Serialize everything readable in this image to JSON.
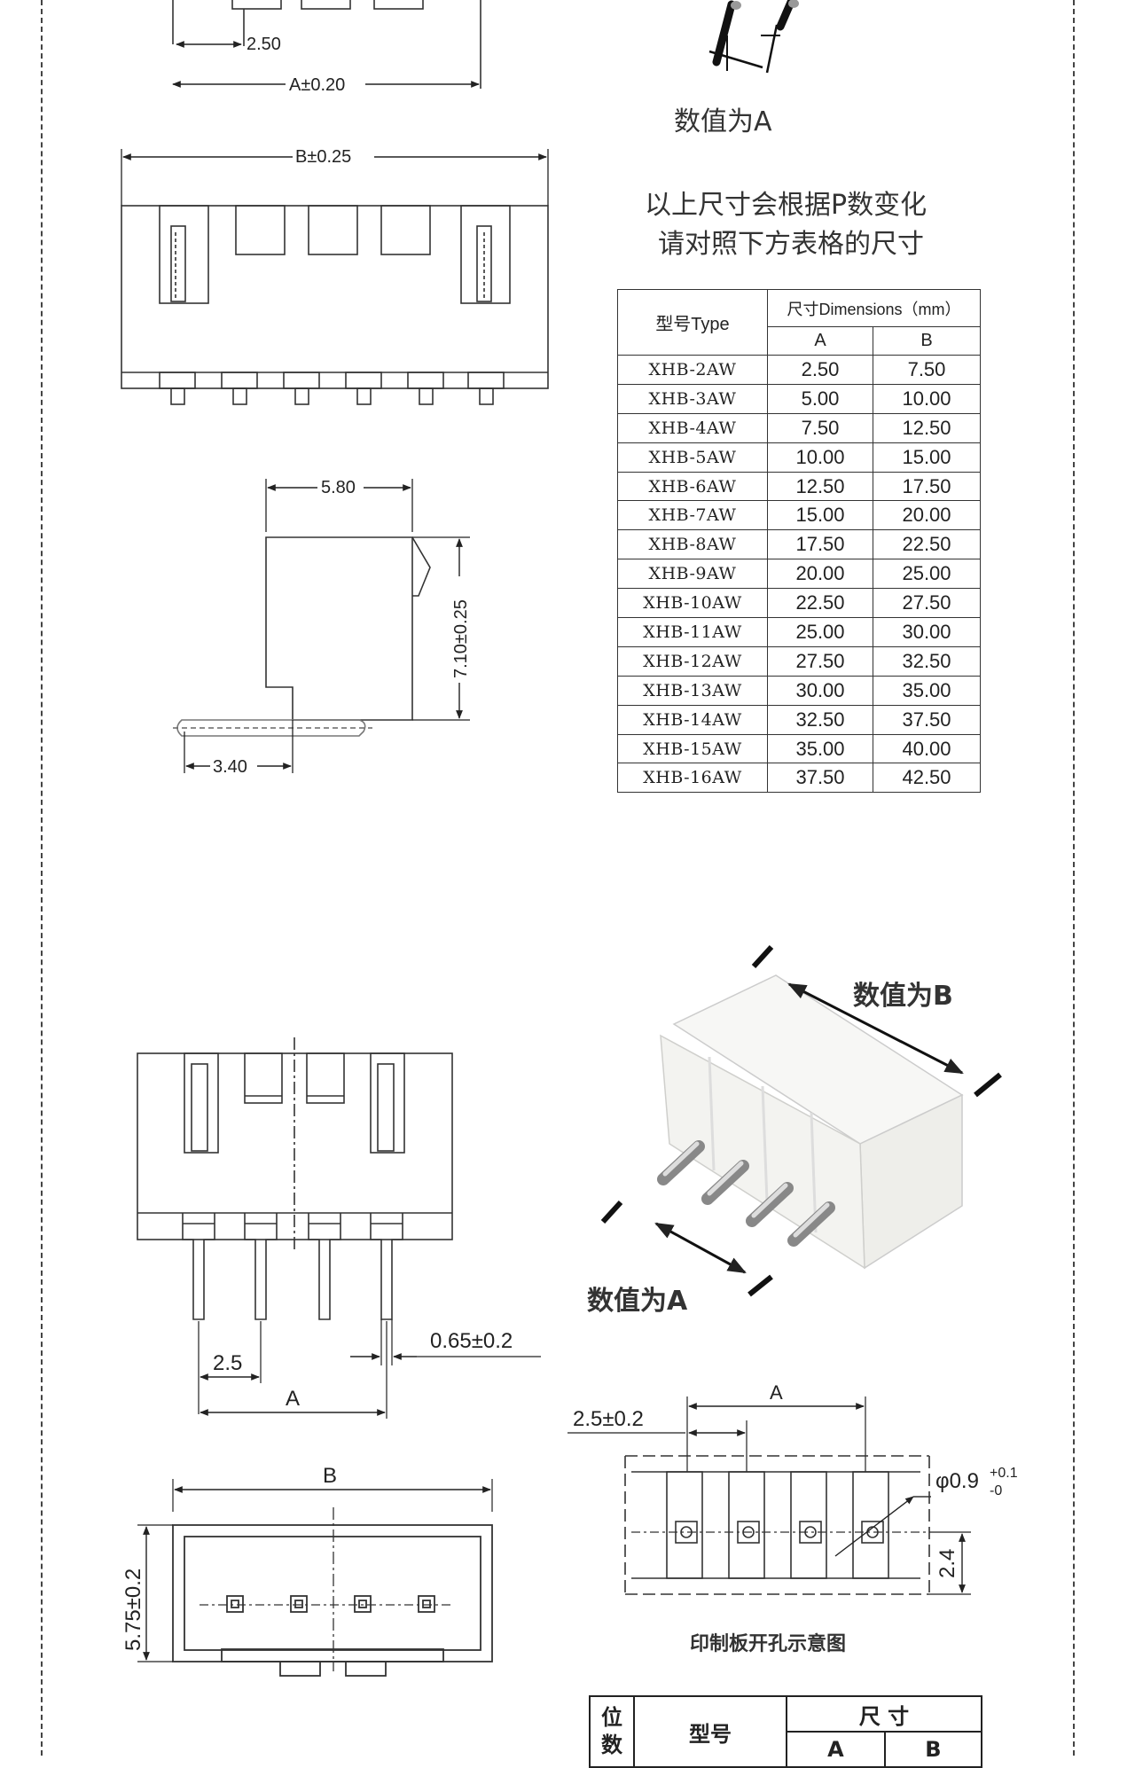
{
  "top_left": {
    "dim_pitch": "2.50",
    "dim_a": "A±0.20",
    "dim_b": "B±0.25",
    "dim_width": "5.80",
    "dim_height": "7.10±0.25",
    "dim_pin": "3.40"
  },
  "top_right": {
    "label_a": "数值为A",
    "note_line1": "以上尺寸会根据P数变化",
    "note_line2": "请对照下方表格的尺寸"
  },
  "table": {
    "header_type": "型号Type",
    "header_dimensions": "尺寸Dimensions（mm）",
    "col_a": "A",
    "col_b": "B",
    "rows": [
      {
        "type": "XHB-2AW",
        "a": "2.50",
        "b": "7.50"
      },
      {
        "type": "XHB-3AW",
        "a": "5.00",
        "b": "10.00"
      },
      {
        "type": "XHB-4AW",
        "a": "7.50",
        "b": "12.50"
      },
      {
        "type": "XHB-5AW",
        "a": "10.00",
        "b": "15.00"
      },
      {
        "type": "XHB-6AW",
        "a": "12.50",
        "b": "17.50"
      },
      {
        "type": "XHB-7AW",
        "a": "15.00",
        "b": "20.00"
      },
      {
        "type": "XHB-8AW",
        "a": "17.50",
        "b": "22.50"
      },
      {
        "type": "XHB-9AW",
        "a": "20.00",
        "b": "25.00"
      },
      {
        "type": "XHB-10AW",
        "a": "22.50",
        "b": "27.50"
      },
      {
        "type": "XHB-11AW",
        "a": "25.00",
        "b": "30.00"
      },
      {
        "type": "XHB-12AW",
        "a": "27.50",
        "b": "32.50"
      },
      {
        "type": "XHB-13AW",
        "a": "30.00",
        "b": "35.00"
      },
      {
        "type": "XHB-14AW",
        "a": "32.50",
        "b": "37.50"
      },
      {
        "type": "XHB-15AW",
        "a": "35.00",
        "b": "40.00"
      },
      {
        "type": "XHB-16AW",
        "a": "37.50",
        "b": "42.50"
      }
    ]
  },
  "bottom_left": {
    "dim_pitch": "2.5",
    "dim_a": "A",
    "dim_pin": "0.65±0.2",
    "dim_b": "B",
    "dim_height": "5.75±0.2"
  },
  "product": {
    "label_b": "数值为B",
    "label_a": "数值为A"
  },
  "pcb": {
    "dim_a": "A",
    "dim_pitch": "2.5±0.2",
    "dim_hole": "φ0.9",
    "dim_hole_plus": "+0.1",
    "dim_hole_minus": "-0",
    "dim_row": "2.4",
    "caption": "印制板开孔示意图"
  },
  "bottom_table": {
    "col_pos_1": "位",
    "col_pos_2": "数",
    "col_type": "型号",
    "col_size": "尺 寸",
    "col_a": "A",
    "col_b": "B"
  }
}
